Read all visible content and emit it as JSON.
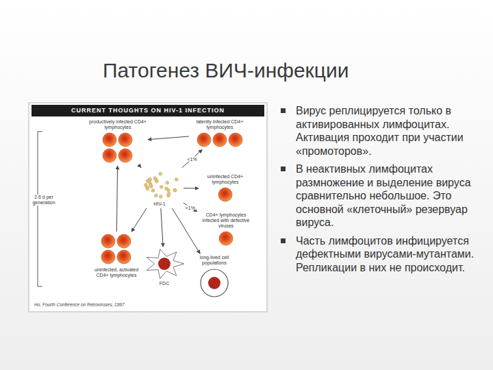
{
  "diagram": {
    "title": "Патогенез ВИЧ-инфекции",
    "nodes": [
      {
        "text": [
          "CURRENT THOUGHTS ON HIV-1 INFECTION"
        ]
      },
      {
        "text": [
          "productively infected CD4+ lymphocytes"
        ],
        "in": 0
      },
      {
        "text": [
          "latently infected CD4+ lymphocytes"
        ],
        "in": 0
      },
      {
        "text": [
          "uninfected CD4+ lymphocytes"
        ],
        "in": 0
      },
      {
        "text": [
          "HIV-1"
        ],
        "in": 0
      },
      {
        "text": [
          "CD4+ lymphocytes infected with defective viruses"
        ],
        "in": 0
      },
      {
        "text": [
          "long-lived cell populations"
        ],
        "in": 0
      },
      {
        "text": [
          "uninfected, activated CD4+ lymphocytes"
        ],
        "in": 0
      },
      {
        "text": [
          "FDC"
        ],
        "in": 0
      }
    ],
    "edges": [
      {
        "from": 7,
        "to": 1,
        "arrow": "to"
      },
      {
        "from": 1,
        "to": 4,
        "arrow": "to"
      },
      {
        "from": 4,
        "to": 7,
        "arrow": "to"
      },
      {
        "from": 4,
        "to": 2,
        "label": "<1%",
        "arrow": "to"
      },
      {
        "from": 2,
        "to": 1,
        "arrow": "to"
      },
      {
        "from": 4,
        "to": 3,
        "arrow": "to"
      },
      {
        "from": 4,
        "to": 5,
        "label": "<1%",
        "arrow": "to"
      },
      {
        "from": 4,
        "to": 6,
        "arrow": "to"
      },
      {
        "from": 4,
        "to": 8,
        "arrow": "to"
      }
    ],
    "labels": [
      "2.6 d per generation",
      "Ho, Fourth Conference on Retroviruses, 1997",
      "Вирус реплицируется только в активированных лимфоцитах. Активация проходит при участии «промоторов».",
      "В неактивных лимфоцитах размножение и выделение вируса сравнительно небольшое. Это основной «клеточный» резервуар вируса.",
      "Часть лимфоцитов инфицируется дефектными вирусами-мутантами. Репликации в них не происходит."
    ]
  }
}
